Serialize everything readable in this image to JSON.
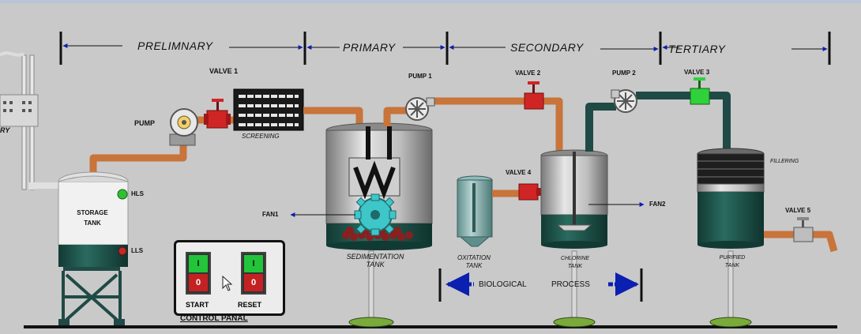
{
  "stages": {
    "preliminary": "PRELIMNARY",
    "primary": "PRIMARY",
    "secondary": "SECONDARY",
    "tertiary": "TERTIARY"
  },
  "equipment": {
    "valve1": "VALVE 1",
    "pump": "PUMP",
    "screening": "SCREENING",
    "pump1": "PUMP 1",
    "valve2": "VALVE 2",
    "pump2": "PUMP 2",
    "valve3": "VALVE 3",
    "valve4": "VALVE 4",
    "valve5": "VALVE 5",
    "fan1": "FAN1",
    "fan2": "FAN2",
    "hls": "HLS",
    "lls": "LLS",
    "filtering": "FILLERING",
    "partial_left": "RY"
  },
  "tanks": {
    "storage_line1": "STORAGE",
    "storage_line2": "TANK",
    "sedimentation_line1": "SEDIMENTATION",
    "sedimentation_line2": "TANK",
    "oxitation_line1": "OXITATION",
    "oxitation_line2": "TANK",
    "chlorine_line1": "CHLORINE",
    "chlorine_line2": "TANK",
    "purified_line1": "PURIFIED",
    "purified_line2": "TANK"
  },
  "process": {
    "biological": "BIOLOGICAL",
    "process": "PROCESS"
  },
  "control_panel": {
    "title": "CONTROL PANAL",
    "start_label": "START",
    "reset_label": "RESET",
    "on_symbol": "I",
    "off_symbol": "0"
  },
  "colors": {
    "background": "#c9c9c9",
    "pipe_orange": "#c8743a",
    "pipe_teal": "#1f4a45",
    "tank_liquid": "#1f5a4f",
    "valve_red": "#d02525",
    "valve_green": "#2fd23a",
    "arrow_blue": "#0b1fb0"
  }
}
